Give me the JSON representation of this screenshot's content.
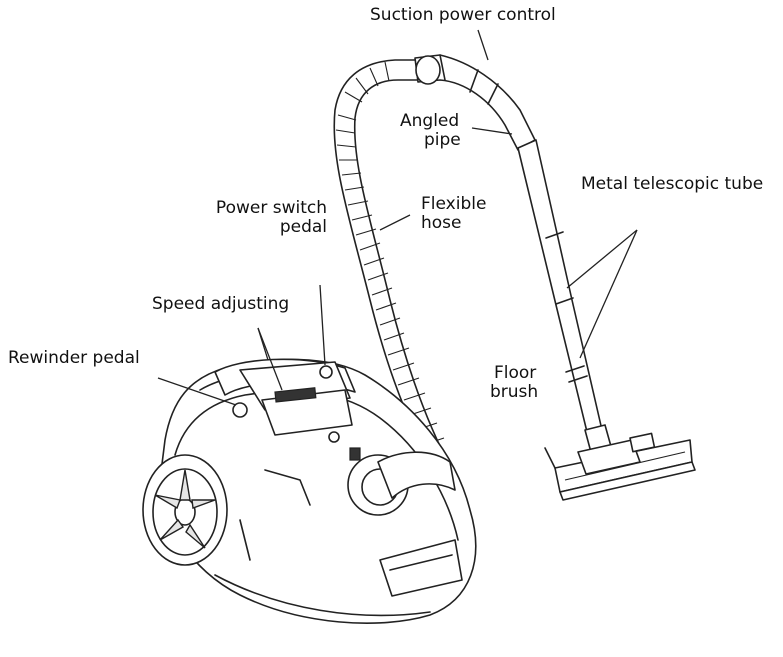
{
  "labels": {
    "suction_power_control": "Suction power control",
    "angled_pipe": [
      "Angled",
      "pipe"
    ],
    "metal_telescopic_tube": "Metal telescopic tube",
    "flexible_hose": [
      "Flexible",
      "hose"
    ],
    "power_switch_pedal": [
      "Power switch",
      "pedal"
    ],
    "speed_adjusting": "Speed adjusting",
    "rewinder_pedal": "Rewinder pedal",
    "floor_brush": [
      "Floor",
      "brush"
    ]
  }
}
